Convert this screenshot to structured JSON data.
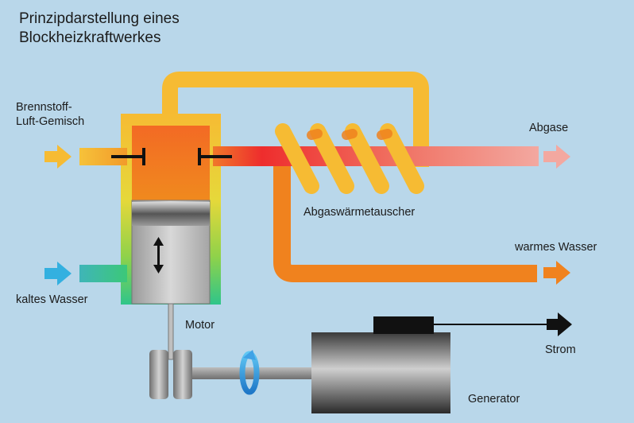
{
  "title": {
    "line1": "Prinzipdarstellung eines",
    "line2": "Blockheizkraftwerkes"
  },
  "labels": {
    "fuel_line1": "Brennstoff-",
    "fuel_line2": "Luft-Gemisch",
    "exhaust": "Abgase",
    "heat_exchanger": "Abgaswärmetauscher",
    "warm_water": "warmes Wasser",
    "cold_water": "kaltes Wasser",
    "engine": "Motor",
    "power": "Strom",
    "generator": "Generator"
  },
  "colors": {
    "background": "#b9d7ea",
    "water_pipe": "#f6bb33",
    "warm_water_pipe": "#f0821e",
    "engine_head": "#f0741e",
    "exhaust_pipe": "#ee5a4a",
    "cold_water": "#33b0e0"
  }
}
